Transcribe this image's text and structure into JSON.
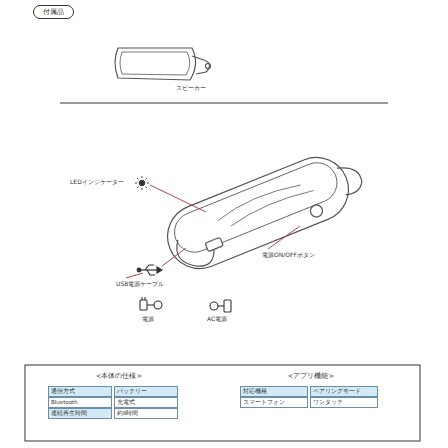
{
  "diagram": {
    "nodes": [
      {
        "text": [
          "付属品"
        ]
      },
      {
        "text": [
          "<本体の仕様>",
          "<アプリ機能>"
        ]
      }
    ],
    "labels": [
      "スピーカー",
      "LEDインジケーター",
      "電源ON/OFFボタン",
      "USB電源ケーブル",
      "電源",
      "AC電源",
      "通信方式",
      "バッテリー",
      "Bluetooth",
      "充電式",
      "連続再生時間",
      "約8時間",
      "対応機種",
      "ペアリングモード",
      "スマートフォン",
      "ワンタッチ"
    ]
  }
}
